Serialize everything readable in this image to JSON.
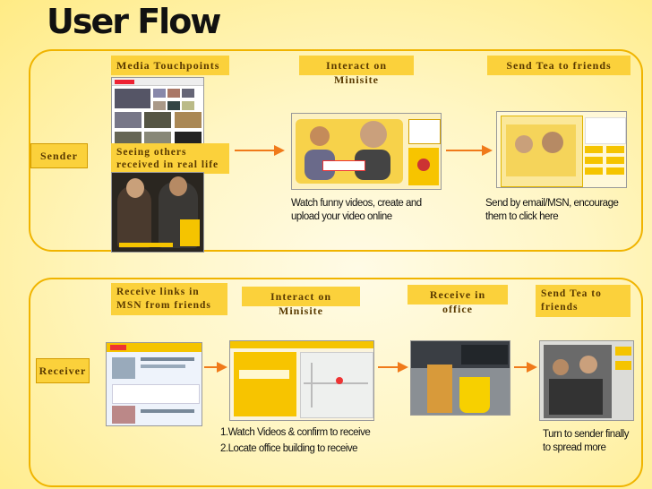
{
  "title": "User Flow",
  "sender": {
    "actor": "Sender",
    "steps": {
      "media": "Media Touchpoints",
      "interact": "Interact on Minisite",
      "send": "Send Tea to friends"
    },
    "seeing": "Seeing others received in real life",
    "captions": {
      "interact": "Watch funny videos, create and upload your video online",
      "send": "Send by email/MSN, encourage them to click here"
    }
  },
  "receiver": {
    "actor": "Receiver",
    "steps": {
      "links": "Receive links in MSN from friends",
      "interact": "Interact on Minisite",
      "office": "Receive in office",
      "send": "Send Tea to friends"
    },
    "captions": {
      "watch": "1.Watch Videos & confirm to receive",
      "locate": "2.Locate office building to receive",
      "turn": "Turn to sender finally to spread more"
    }
  },
  "colors": {
    "label_bg": "#fbd13b",
    "lane_border": "#f0b400",
    "arrow": "#f07a1a"
  }
}
